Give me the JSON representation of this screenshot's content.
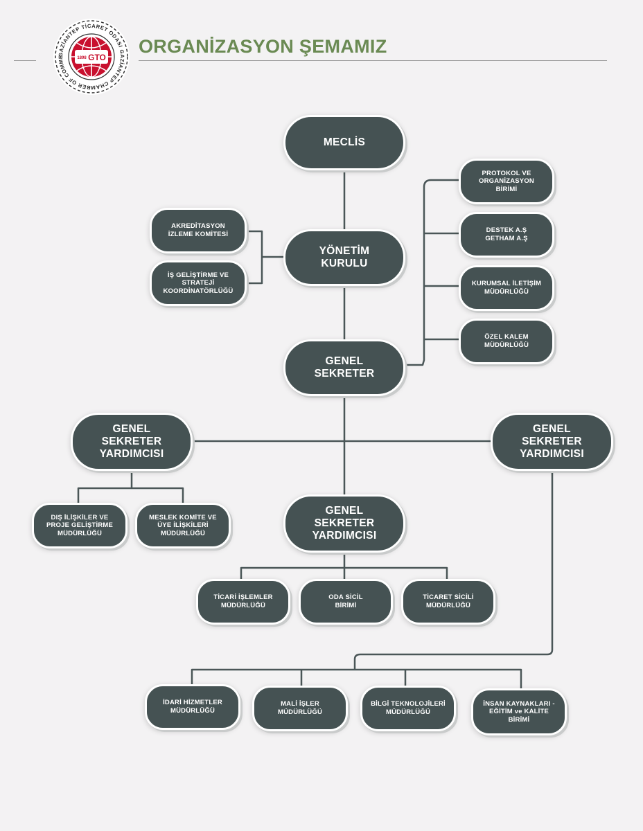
{
  "header": {
    "title": "ORGANİZASYON ŞEMAMIZ",
    "logo": {
      "ring_text": "GAZİANTEP TİCARET ODASI GAZİANTEP CHAMBER OF COMMERCE",
      "year": "1898",
      "abbr": "GTO"
    }
  },
  "colors": {
    "node": "#455253",
    "line": "#4a5657",
    "title": "#6a8a53",
    "logo_red": "#c8102e"
  },
  "nodes": {
    "meclis": "MECLİS",
    "yonetim": "YÖNETİM\nKURULU",
    "genel_sekreter": "GENEL\nSEKRETER",
    "akreditasyon": "AKREDİTASYON\nİZLEME KOMİTESİ",
    "is_gelistirme": "İŞ GELİŞTİRME VE\nSTRATEJİ\nKOORDİNATÖRLÜĞÜ",
    "protokol": "PROTOKOL VE\nORGANİZASYON\nBİRİMİ",
    "destek": "DESTEK A.Ş\nGETHAM A.Ş",
    "kurumsal": "KURUMSAL İLETİŞİM\nMÜDÜRLÜĞÜ",
    "ozel_kalem": "ÖZEL KALEM\nMÜDÜRLÜĞÜ",
    "gsy_left": "GENEL\nSEKRETER\nYARDIMCISI",
    "gsy_right": "GENEL\nSEKRETER\nYARDIMCISI",
    "gsy_center": "GENEL\nSEKRETER\nYARDIMCISI",
    "dis_iliskiler": "DIŞ İLİŞKİLER VE\nPROJE GELİŞTİRME\nMÜDÜRLÜĞÜ",
    "meslek_komite": "MESLEK KOMİTE VE\nÜYE İLİŞKİLERİ\nMÜDÜRLÜĞÜ",
    "ticari_islemler": "TİCARİ İŞLEMLER\nMÜDÜRLÜĞÜ",
    "oda_sicil": "ODA SİCİL\nBİRİMİ",
    "ticaret_sicili": "TİCARET SİCİLİ\nMÜDÜRLÜĞÜ",
    "idari": "İDARİ HİZMETLER\nMÜDÜRLÜĞÜ",
    "mali": "MALİ İŞLER\nMÜDÜRLÜĞÜ",
    "bilgi": "BİLGİ TEKNOLOJİLERİ\nMÜDÜRLÜĞÜ",
    "insan": "İNSAN KAYNAKLARI -\nEĞİTİM ve KALİTE\nBİRİMİ"
  }
}
